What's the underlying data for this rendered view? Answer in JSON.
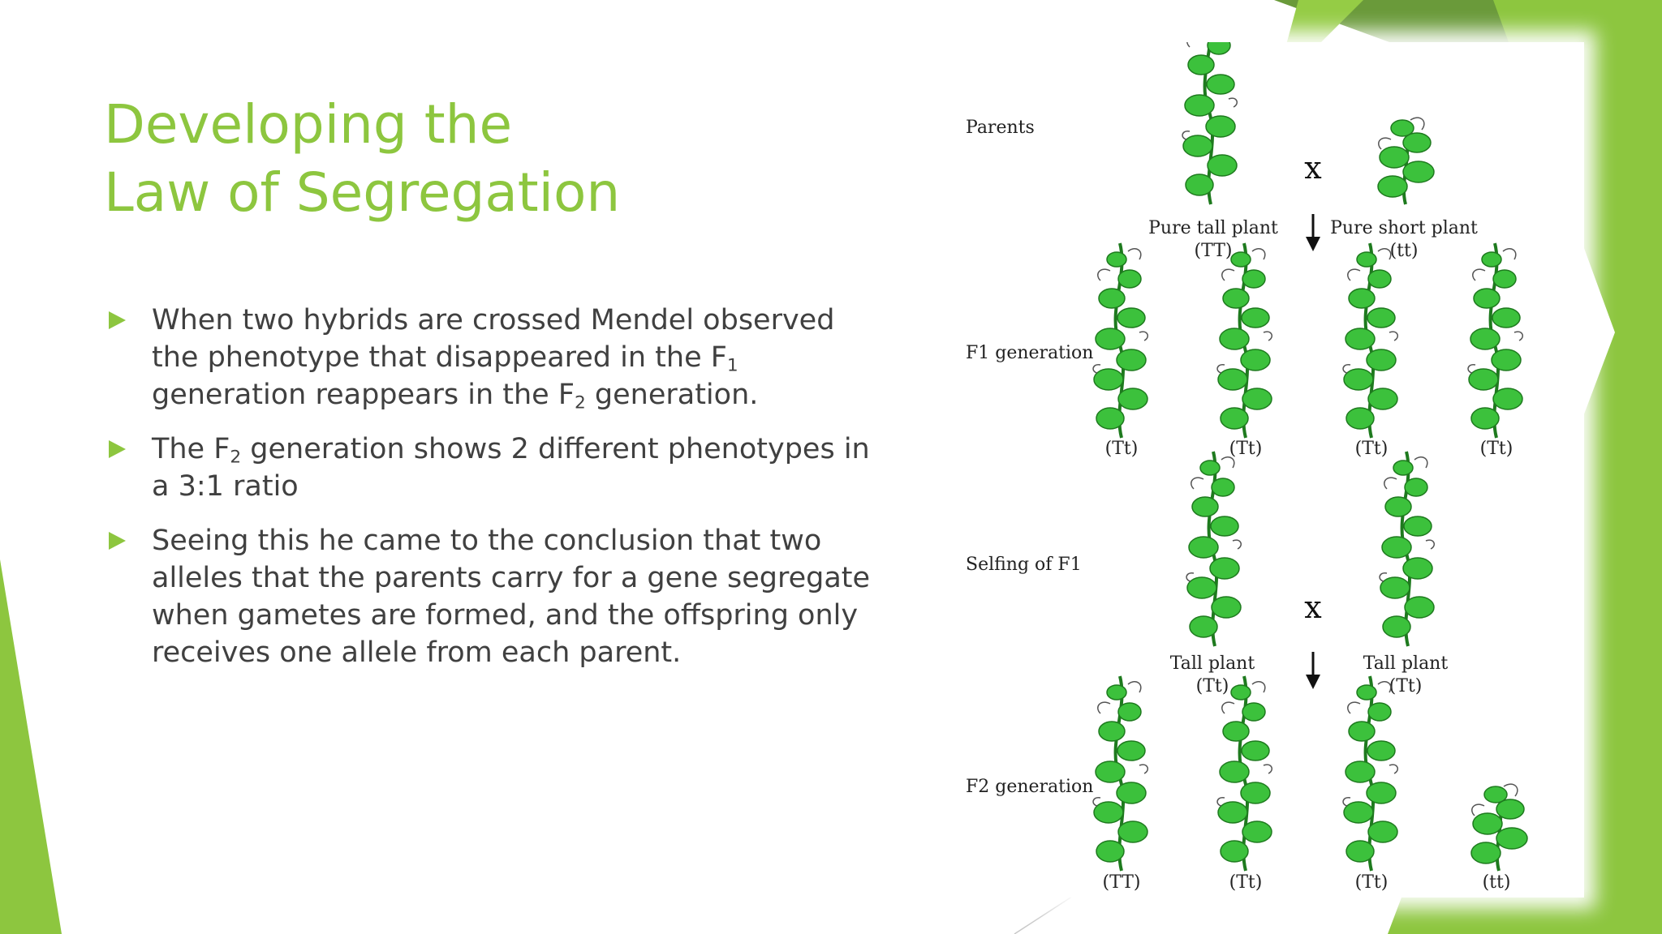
{
  "theme": {
    "accent": "#8dc63f",
    "accent_dark": "#6a9a3a",
    "text": "#404040",
    "plant_green": "#3cc13c",
    "plant_dark": "#1e7a1e"
  },
  "slide": {
    "title_line1": "Developing the",
    "title_line2": "Law of Segregation",
    "bullets": [
      {
        "t1": "When two hybrids are crossed Mendel observed the phenotype that disappeared in the F",
        "s1": "1",
        "t2": " generation reappears in the F",
        "s2": "2",
        "t3": " generation."
      },
      {
        "t1": "The F",
        "s1": "2",
        "t2": " generation shows 2 different phenotypes in a 3:1 ratio"
      },
      {
        "t1": "Seeing this he came to the conclusion that two alleles that the parents carry for a gene segregate when gametes are formed, and the offspring only receives one allele from each parent."
      }
    ]
  },
  "figure": {
    "parents": {
      "row_label": "Parents",
      "cross_symbol": "x",
      "left_name": "Pure tall plant",
      "left_genotype": "(TT)",
      "right_name": "Pure short plant",
      "right_genotype": "(tt)"
    },
    "f1": {
      "row_label": "F1 generation",
      "genotypes": [
        "(Tt)",
        "(Tt)",
        "(Tt)",
        "(Tt)"
      ]
    },
    "selfing": {
      "row_label": "Selfing of F1",
      "cross_symbol": "x",
      "left_name": "Tall plant",
      "left_genotype": "(Tt)",
      "right_name": "Tall plant",
      "right_genotype": "(Tt)"
    },
    "f2": {
      "row_label": "F2 generation",
      "genotypes": [
        "(TT)",
        "(Tt)",
        "(Tt)",
        "(tt)"
      ]
    }
  }
}
